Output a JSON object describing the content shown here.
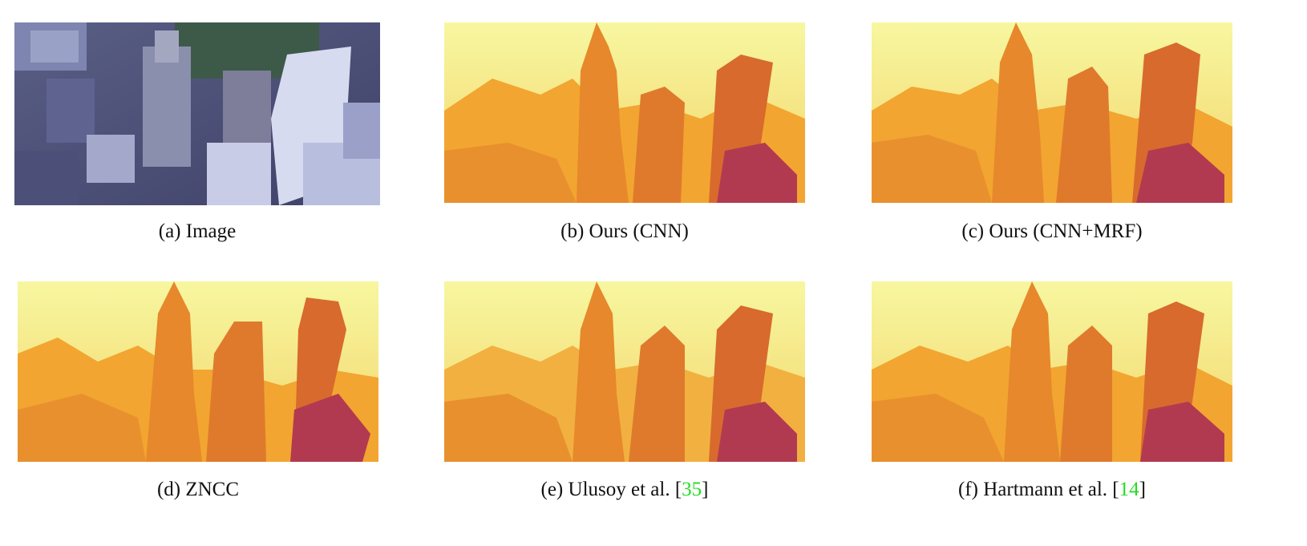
{
  "figure": {
    "panels": [
      {
        "id": "a",
        "caption": "(a) Image",
        "ref": null,
        "kind": "photo"
      },
      {
        "id": "b",
        "caption": "(b) Ours (CNN)",
        "ref": null,
        "kind": "depth"
      },
      {
        "id": "c",
        "caption": "(c) Ours (CNN+MRF)",
        "ref": null,
        "kind": "depth"
      },
      {
        "id": "d",
        "caption": "(d) ZNCC",
        "ref": null,
        "kind": "depth"
      },
      {
        "id": "e",
        "caption": "(e) Ulusoy et al. [",
        "ref": "35",
        "kind": "depth"
      },
      {
        "id": "f",
        "caption": "(f) Hartmann et al. [",
        "ref": "14",
        "kind": "depth"
      }
    ],
    "colors": {
      "depth_far": "#f7f7a0",
      "depth_mid": "#f2a530",
      "depth_near": "#e06a28",
      "depth_close": "#b23a50",
      "citation": "#22dd22"
    }
  }
}
